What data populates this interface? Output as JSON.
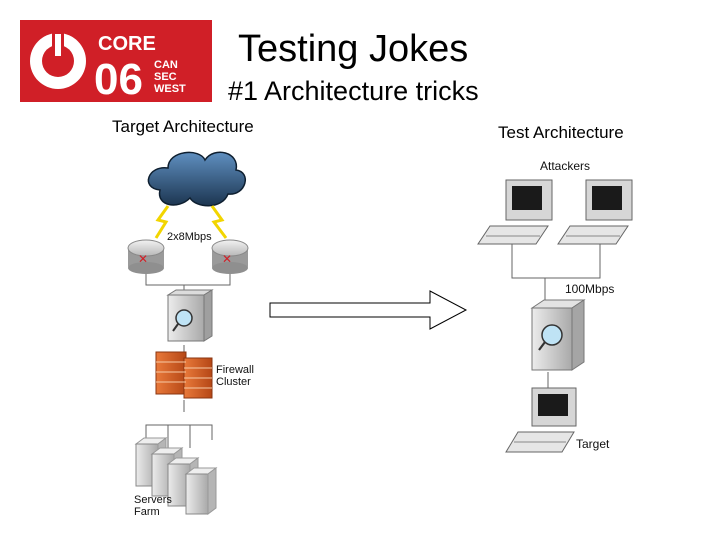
{
  "logo": {
    "brand_top": "CORE",
    "brand_num": "06",
    "brand_side": [
      "CAN",
      "SEC",
      "WEST"
    ],
    "color": "#d01f27"
  },
  "slide": {
    "title": "Testing Jokes",
    "subtitle": "#1 Architecture tricks"
  },
  "target": {
    "heading": "Target Architecture",
    "link_label": "2x8Mbps",
    "firewall_label": [
      "Firewall",
      "Cluster"
    ],
    "servers_label": [
      "Servers",
      "Farm"
    ]
  },
  "test": {
    "heading": "Test Architecture",
    "attackers_label": "Attackers",
    "link_label": "100Mbps",
    "target_label": "Target"
  }
}
